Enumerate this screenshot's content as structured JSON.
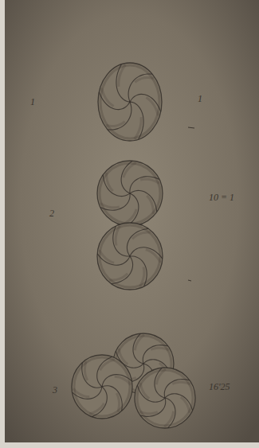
{
  "diagram": {
    "labels": [
      "1",
      "1",
      "2",
      "10 = 1",
      "3",
      "16'25"
    ]
  }
}
